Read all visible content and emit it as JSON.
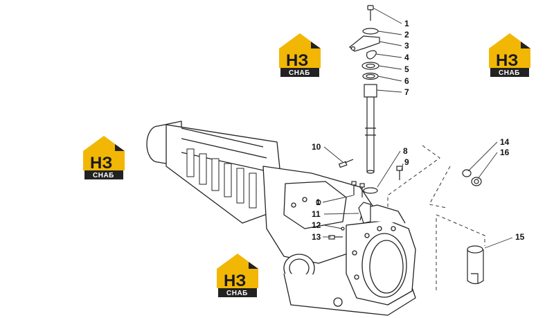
{
  "callouts": [
    {
      "id": "c1a",
      "label": "1"
    },
    {
      "id": "c2",
      "label": "2"
    },
    {
      "id": "c3",
      "label": "3"
    },
    {
      "id": "c4",
      "label": "4"
    },
    {
      "id": "c5",
      "label": "5"
    },
    {
      "id": "c6",
      "label": "6"
    },
    {
      "id": "c7",
      "label": "7"
    },
    {
      "id": "c8",
      "label": "8"
    },
    {
      "id": "c9",
      "label": "9"
    },
    {
      "id": "c10",
      "label": "10"
    },
    {
      "id": "c1b",
      "label": "1"
    },
    {
      "id": "c11",
      "label": "11"
    },
    {
      "id": "c12",
      "label": "12"
    },
    {
      "id": "c13",
      "label": "13"
    },
    {
      "id": "c14",
      "label": "14"
    },
    {
      "id": "c16",
      "label": "16"
    },
    {
      "id": "c15",
      "label": "15"
    }
  ],
  "watermark": {
    "letters": "НЗ",
    "subtitle": "СНАБ",
    "colors": {
      "roof": "#f2b705",
      "body": "#f2b705",
      "dark": "#222222"
    }
  }
}
